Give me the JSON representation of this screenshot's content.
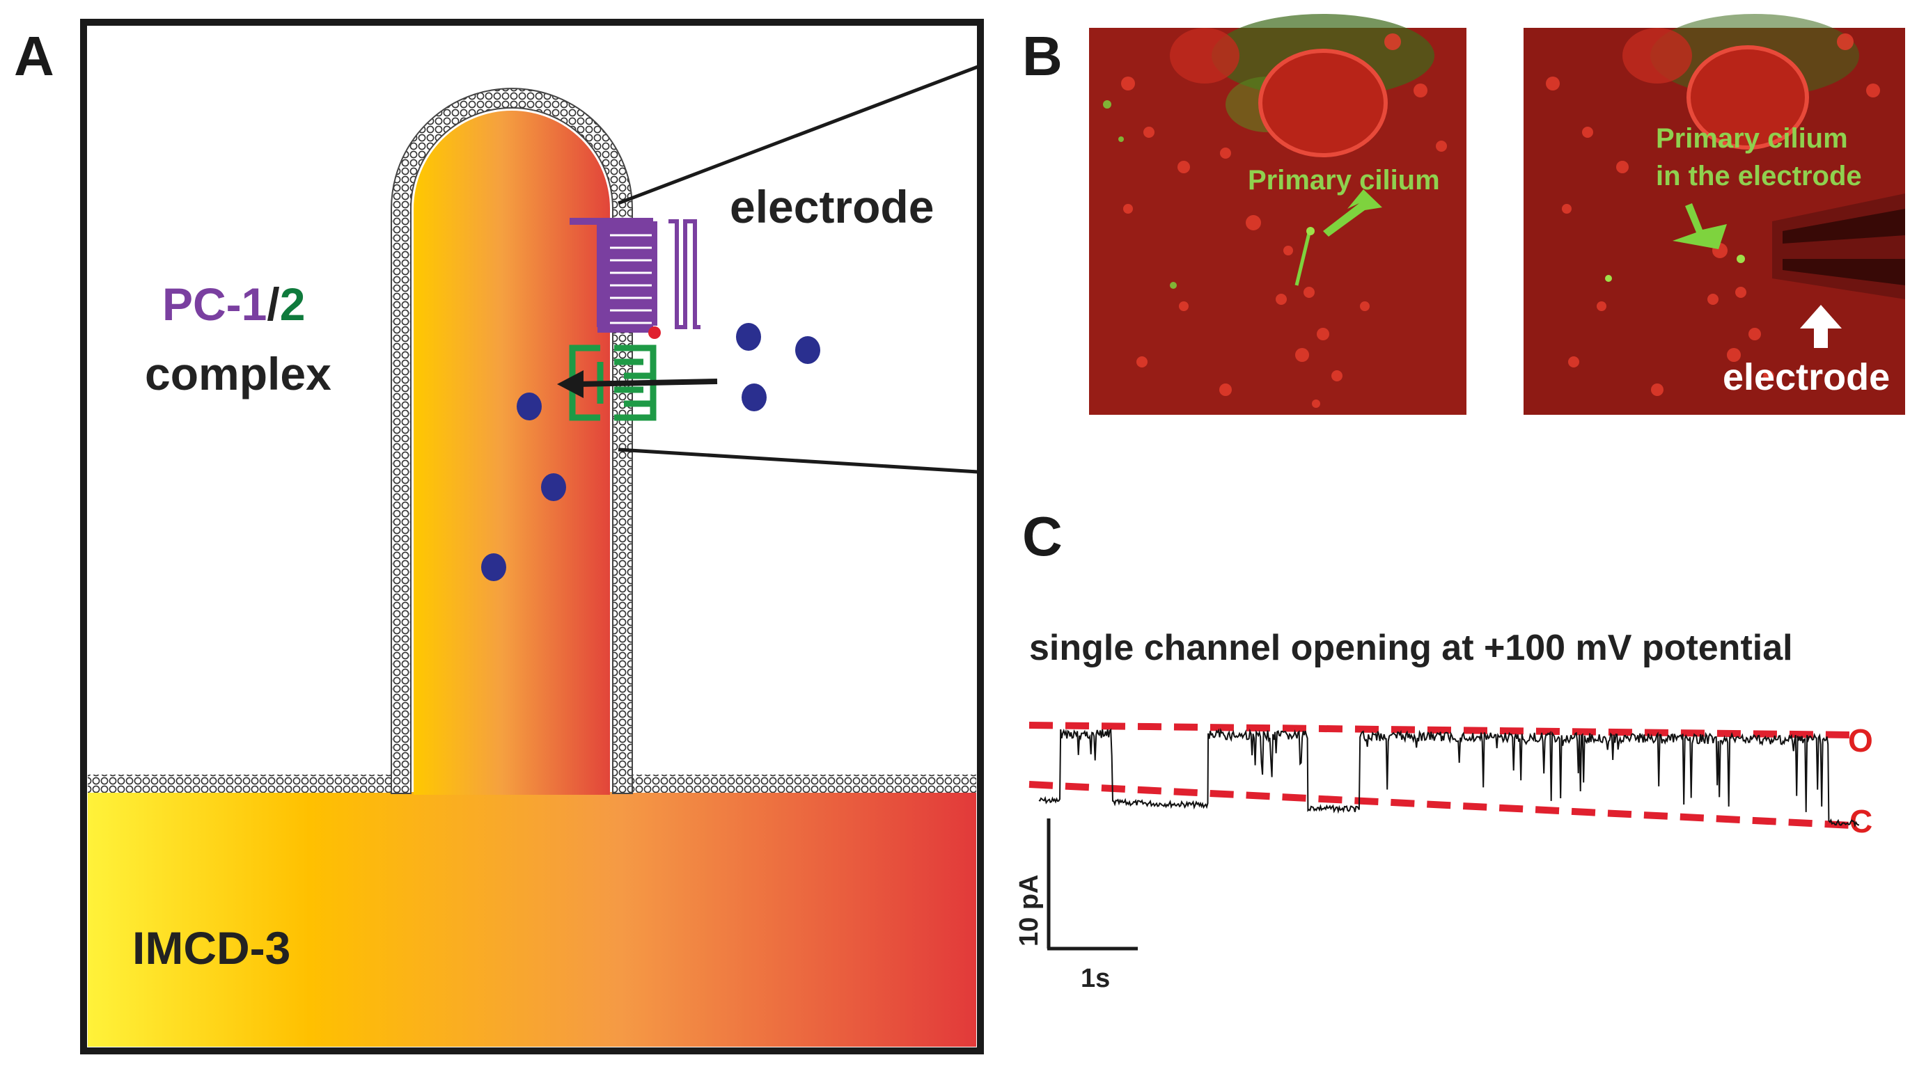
{
  "panels": {
    "a": "A",
    "b": "B",
    "c": "C"
  },
  "panel_a": {
    "electrode_label": "electrode",
    "pc1": "PC-1",
    "slash": "/",
    "pc2": "2",
    "complex": "complex",
    "cell_label": "IMCD-3",
    "colors": {
      "pc1": "#7a3fa0",
      "pc2": "#0f7a3c",
      "ion": "#2a2f8f",
      "gradient_start": "#fff23a",
      "gradient_mid": "#ffc000",
      "gradient_end": "#e23a3a"
    }
  },
  "panel_b": {
    "left_image_label": "Primary cilium",
    "right_image_label_line1": "Primary cilium",
    "right_image_label_line2": "in the electrode",
    "electrode_label": "electrode"
  },
  "panel_c": {
    "title": "single channel opening at +100 mV potential",
    "open_label": "O",
    "closed_label": "C",
    "scale_y": "10 pA",
    "scale_x": "1s",
    "trace_segments": [
      {
        "state": "closed",
        "duration": 0.25
      },
      {
        "state": "open",
        "duration": 0.6
      },
      {
        "state": "closed",
        "duration": 1.1
      },
      {
        "state": "open",
        "duration": 1.15
      },
      {
        "state": "closed",
        "duration": 0.6
      },
      {
        "state": "open",
        "duration": 5.4
      },
      {
        "state": "closed",
        "duration": 0.35
      }
    ]
  }
}
